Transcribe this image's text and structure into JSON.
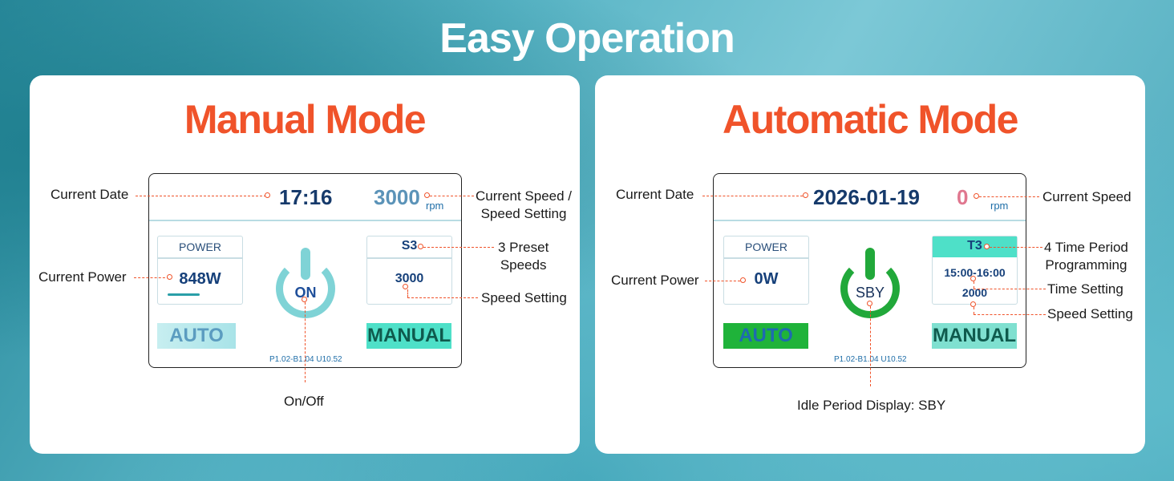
{
  "headline": "Easy Operation",
  "manual": {
    "title": "Manual Mode",
    "screen": {
      "clock": "17:16",
      "speed": "3000",
      "speed_color": "#5b93b8",
      "rpm": "rpm",
      "power_label": "POWER",
      "power_value": "848W",
      "state": "ON",
      "preset_label": "S3",
      "preset_value": "3000",
      "auto_label": "AUTO",
      "manual_label": "MANUAL",
      "firmware": "P1.02-B1.04  U10.52"
    },
    "annotations": {
      "current_date": "Current Date",
      "current_speed_1": "Current Speed /",
      "current_speed_2": "Speed Setting",
      "preset_1": "3 Preset",
      "preset_2": "Speeds",
      "current_power": "Current Power",
      "speed_setting": "Speed Setting",
      "on_off": "On/Off"
    }
  },
  "automatic": {
    "title": "Automatic Mode",
    "screen": {
      "clock": "2026-01-19",
      "speed": "0",
      "speed_color": "#e0778f",
      "rpm": "rpm",
      "power_label": "POWER",
      "power_value": "0W",
      "state": "SBY",
      "period_label": "T3",
      "period_time": "15:00-16:00",
      "period_value": "2000",
      "auto_label": "AUTO",
      "manual_label": "MANUAL",
      "firmware": "P1.02-B1.04  U10.52"
    },
    "annotations": {
      "current_date": "Current Date",
      "current_speed": "Current Speed",
      "period_1": "4 Time Period",
      "period_2": "Programming",
      "current_power": "Current Power",
      "time_setting": "Time Setting",
      "speed_setting": "Speed Setting",
      "idle": "Idle Period Display: SBY"
    }
  },
  "colors": {
    "accent": "#f0532a",
    "navy": "#16407a",
    "teal_light": "#7fd3d6",
    "green": "#21a83a",
    "mint": "#4ee0c8"
  }
}
